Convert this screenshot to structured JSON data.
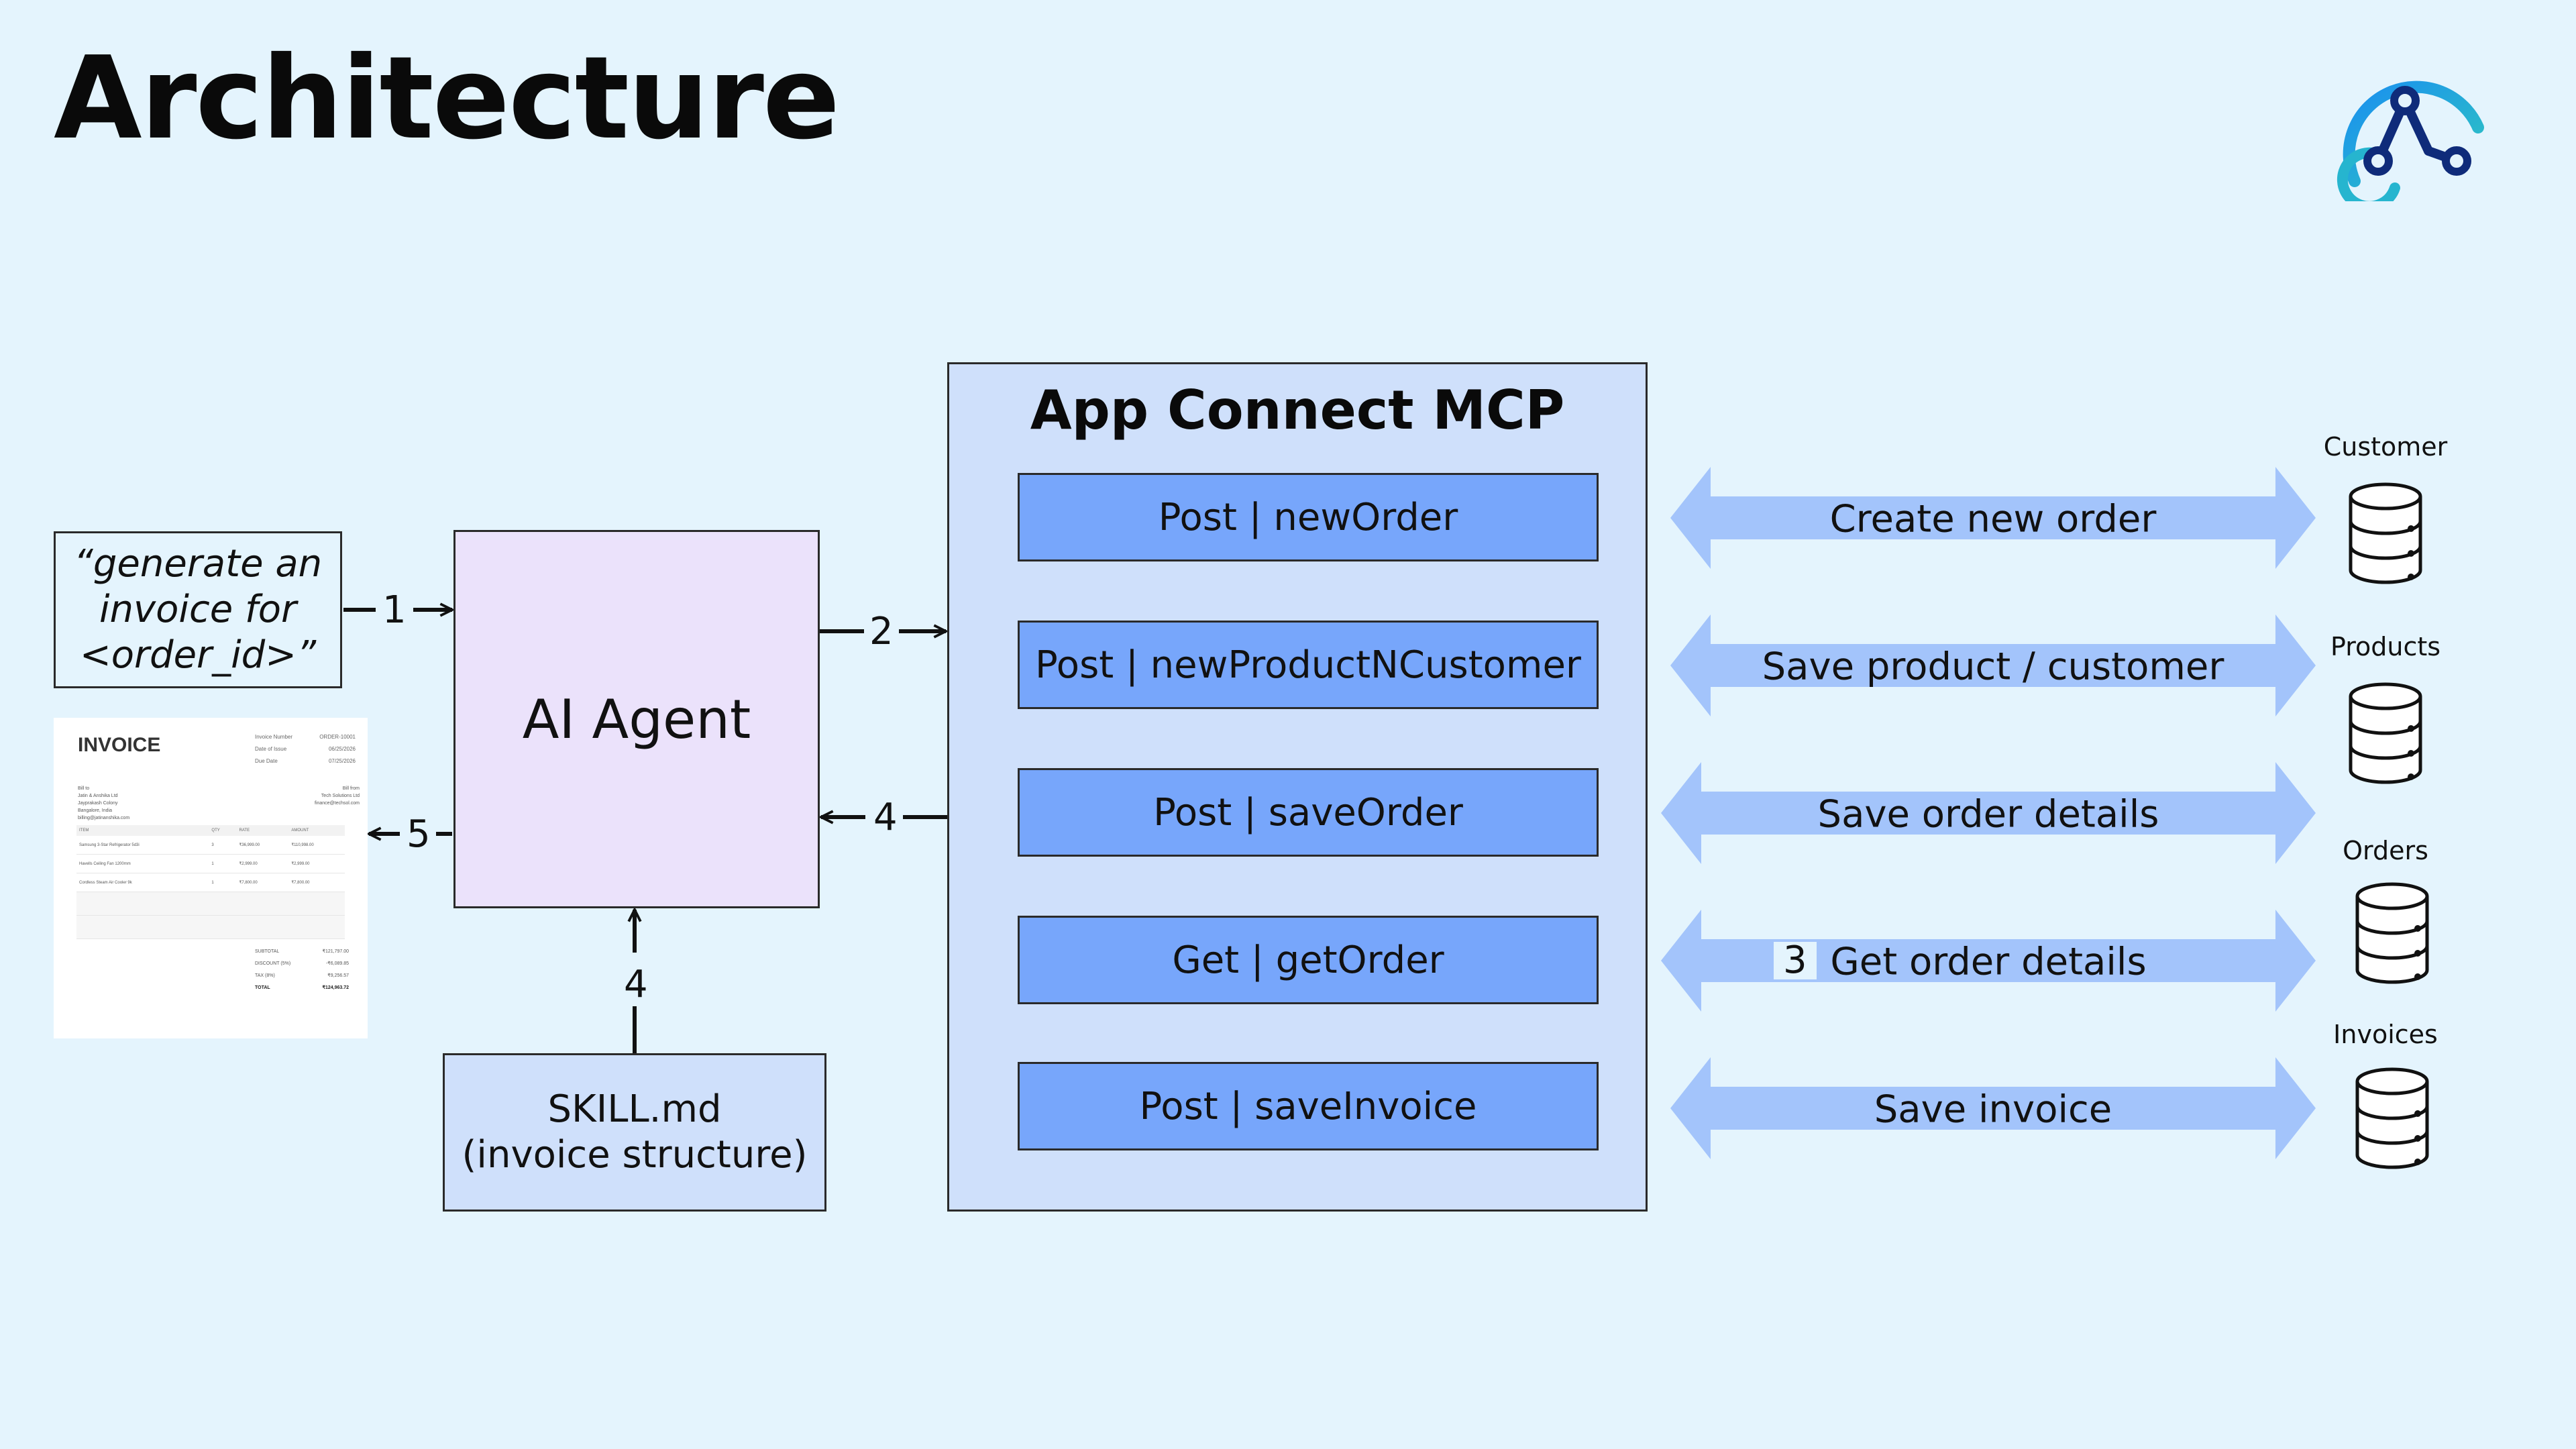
{
  "title": "Architecture",
  "logo": "app-connect-logo-icon",
  "prompt": [
    "“generate an",
    "invoice for",
    "<order_id>”"
  ],
  "invoice": {
    "title": "INVOICE",
    "meta": [
      {
        "k": "Invoice Number",
        "v": "ORDER-10001"
      },
      {
        "k": "Date of Issue",
        "v": "06/25/2026"
      },
      {
        "k": "Due Date",
        "v": "07/25/2026"
      }
    ],
    "billto": [
      {
        "l": "Bill to",
        "r": "Bill from"
      },
      {
        "l": "Jatin & Anshika Ltd",
        "r": "Tech Solutions Ltd"
      },
      {
        "l": "Jayprakash Colony",
        "r": "finance@techsol.com"
      },
      {
        "l": "Bangalore, India",
        "r": ""
      },
      {
        "l": "billing@jatinanshika.com",
        "r": ""
      }
    ],
    "columns": [
      "ITEM",
      "QTY",
      "RATE",
      "AMOUNT"
    ],
    "rows": [
      [
        "Samsung 3-Star Refrigerator 5d3i",
        "3",
        "₹36,999.00",
        "₹110,998.00"
      ],
      [
        "Havells Ceiling Fan 1200mm",
        "1",
        "₹2,999.00",
        "₹2,999.00"
      ],
      [
        "Cordless Steam Air Cooler 9k",
        "1",
        "₹7,800.00",
        "₹7,800.00"
      ]
    ],
    "totals": [
      {
        "k": "SUBTOTAL",
        "v": "₹121,797.00"
      },
      {
        "k": "DISCOUNT (5%)",
        "v": "-₹6,089.85"
      },
      {
        "k": "TAX (8%)",
        "v": "₹9,256.57"
      },
      {
        "k": "TOTAL",
        "v": "₹124,963.72"
      }
    ]
  },
  "agent": "AI Agent",
  "skill": [
    "SKILL.md",
    "(invoice structure)"
  ],
  "mcp": {
    "title": "App Connect MCP",
    "endpoints": [
      "Post | newOrder",
      "Post | newProductNCustomer",
      "Post | saveOrder",
      "Get | getOrder",
      "Post | saveInvoice"
    ]
  },
  "steps": {
    "s1": "1",
    "s2": "2",
    "s3": "3",
    "s4a": "4",
    "s4b": "4",
    "s5": "5"
  },
  "flows": [
    "Create new order",
    "Save product / customer",
    "Save order details",
    "Get order details",
    "Save invoice"
  ],
  "databases": [
    "Customer",
    "Products",
    "Orders",
    "Invoices"
  ],
  "colors": {
    "background": "#e4f4fd",
    "agent": "#ebe2fb",
    "mcp": "#cfe0fb",
    "endpoint": "#77a6fb",
    "flow_arrow": "#a3c4fb"
  }
}
